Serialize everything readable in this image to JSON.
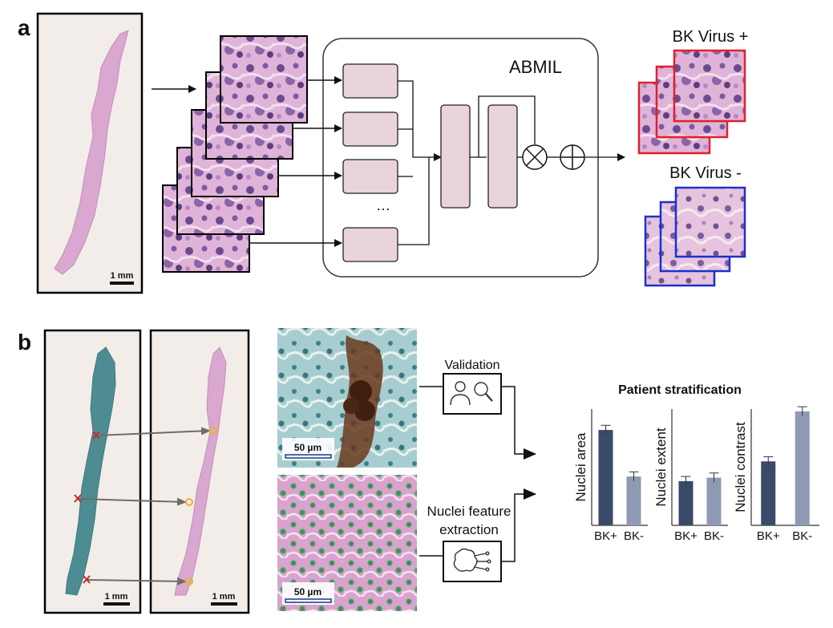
{
  "panel_a": {
    "label": "a",
    "scale_bar": "1 mm",
    "model_name": "ABMIL",
    "ellipsis": "…",
    "output_positive": "BK Virus +",
    "output_negative": "BK Virus -"
  },
  "panel_b": {
    "label": "b",
    "scale_bar_left": "1 mm",
    "scale_bar_right": "1 mm",
    "micro_scale_top": "50 µm",
    "micro_scale_bottom": "50 µm",
    "validation_label": "Validation",
    "feature_label_line1": "Nuclei feature",
    "feature_label_line2": "extraction",
    "stratification_title": "Patient stratification"
  },
  "colors": {
    "he_pink": "#d9a7cf",
    "ihc_teal": "#4e8c93",
    "positive_box": "#e0202a",
    "negative_box": "#1d2fd0",
    "bar_positive": "#3a4a69",
    "bar_negative": "#8e9ab3",
    "module_fill": "#e9d3dc",
    "marker_cross": "#c62828",
    "marker_circle": "#e8b62a"
  },
  "icons": [
    "doctor-magnifier-icon",
    "brain-network-icon",
    "multiply-circle-icon",
    "plus-circle-icon"
  ],
  "chart_data": [
    {
      "type": "bar",
      "ylabel": "Nuclei area",
      "categories": [
        "BK+",
        "BK-"
      ],
      "values": [
        0.82,
        0.42
      ],
      "errors": [
        0.04,
        0.04
      ]
    },
    {
      "type": "bar",
      "ylabel": "Nuclei extent",
      "categories": [
        "BK+",
        "BK-"
      ],
      "values": [
        0.38,
        0.41
      ],
      "errors": [
        0.04,
        0.04
      ]
    },
    {
      "type": "bar",
      "ylabel": "Nuclei contrast",
      "categories": [
        "BK+",
        "BK-"
      ],
      "values": [
        0.55,
        0.98
      ],
      "errors": [
        0.04,
        0.04
      ]
    }
  ]
}
